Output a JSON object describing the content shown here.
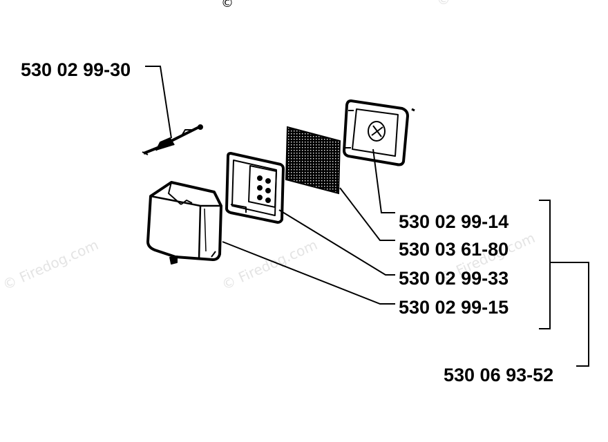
{
  "diagram": {
    "parts": [
      {
        "id": "clip",
        "number": "530 02 99-30"
      },
      {
        "id": "filter-housing-cover",
        "number": "530 02 99-14"
      },
      {
        "id": "filter-mesh",
        "number": "530 03 61-80"
      },
      {
        "id": "filter-holder",
        "number": "530 02 99-33"
      },
      {
        "id": "air-filter-cover",
        "number": "530 02 99-15"
      }
    ],
    "kit": {
      "number": "530 06 93-52"
    },
    "watermark": {
      "text": "© Firedog.com",
      "color": "#e4e4e4"
    },
    "top_mark": "©",
    "line_color": "#000000"
  }
}
